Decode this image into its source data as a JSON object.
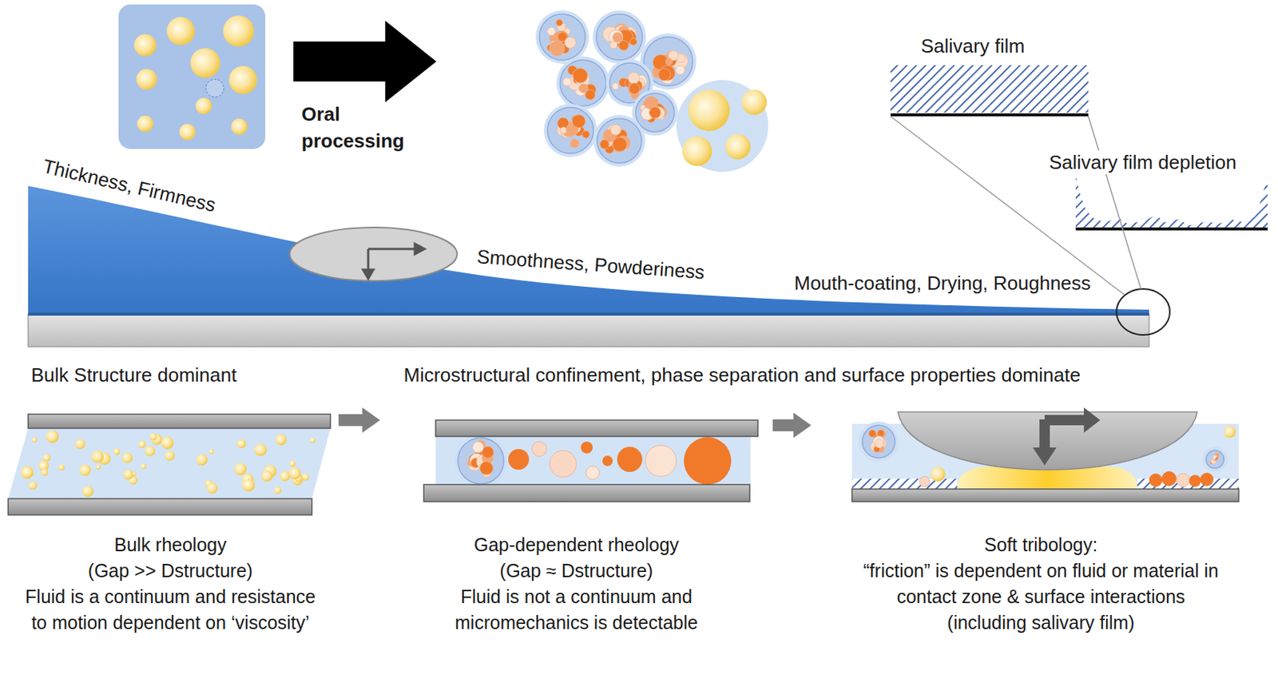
{
  "diagram": {
    "nodes": [
      {
        "text": [
          "Bulk rheology",
          "(Gap >> Dstructure)",
          "Fluid is a continuum and resistance to motion dependent on ‘viscosity’"
        ]
      },
      {
        "text": [
          "Gap-dependent rheology",
          "(Gap ≈ Dstructure)",
          "Fluid is not a continuum and micromechanics is detectable"
        ]
      },
      {
        "text": [
          "Soft tribology:",
          "“friction” is dependent on fluid or material in contact zone & surface interactions (including salivary film)"
        ]
      }
    ],
    "edges": [
      {
        "from": 0,
        "to": 1,
        "arrow": "to"
      },
      {
        "from": 1,
        "to": 2,
        "arrow": "to"
      }
    ],
    "labels": [
      "Oral processing",
      "Thickness, Firmness",
      "Smoothness, Powderiness",
      "Mouth-coating, Drying, Roughness",
      "Salivary film",
      "Salivary film depletion",
      "Bulk Structure dominant",
      "Microstructural confinement, phase separation and surface properties dominate"
    ]
  }
}
